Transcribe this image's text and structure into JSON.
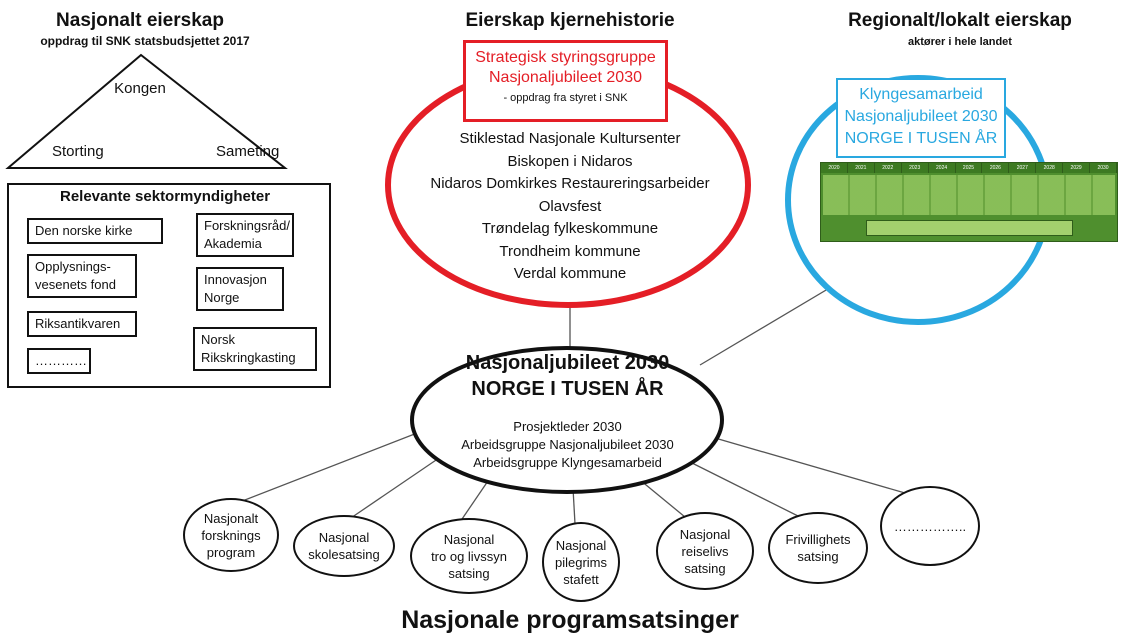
{
  "left": {
    "title": "Nasjonalt eierskap",
    "subtitle": "oppdrag til SNK statsbudsjettet 2017",
    "triangle": {
      "top": "Kongen",
      "left": "Storting",
      "right": "Sameting"
    },
    "sector": {
      "title": "Relevante sektormyndigheter",
      "items_left": [
        "Den norske kirke",
        "Opplysnings-\nvesenets fond",
        "Riksantikvaren",
        "…………"
      ],
      "items_right": [
        "Forskningsråd/\nAkademia",
        "Innovasjon\nNorge",
        "Norsk\nRikskringkasting"
      ]
    }
  },
  "middle": {
    "title": "Eierskap kjernehistorie",
    "box_line1": "Strategisk styringsgruppe",
    "box_line2": "Nasjonaljubileet 2030",
    "box_sub": "- oppdrag fra styret i SNK",
    "members": [
      "Stiklestad Nasjonale Kultursenter",
      "Biskopen i Nidaros",
      "Nidaros Domkirkes Restaureringsarbeider",
      "Olavsfest",
      "Trøndelag fylkeskommune",
      "Trondheim kommune",
      "Verdal kommune"
    ]
  },
  "right": {
    "title": "Regionalt/lokalt eierskap",
    "subtitle": "aktører i hele landet",
    "box_lines": [
      "Klyngesamarbeid",
      "Nasjonaljubileet 2030",
      "NORGE I TUSEN ÅR"
    ],
    "table_years": [
      "2020",
      "2021",
      "2022",
      "2023",
      "2024",
      "2025",
      "2026",
      "2027",
      "2028",
      "2029",
      "2030"
    ]
  },
  "center": {
    "title1": "Nasjonaljubileet 2030",
    "title2": "NORGE I TUSEN ÅR",
    "lines": [
      "Prosjektleder 2030",
      "Arbeidsgruppe Nasjonaljubileet 2030",
      "Arbeidsgruppe Klyngesamarbeid"
    ]
  },
  "programs": [
    "Nasjonalt\nforsknings\nprogram",
    "Nasjonal\nskolesatsing",
    "Nasjonal\ntro og livssyn\nsatsing",
    "Nasjonal\npilegrims\nstafett",
    "Nasjonal\nreiselivs\nsatsing",
    "Frivillighets\nsatsing",
    "…………….."
  ],
  "footer": "Nasjonale programsatsinger",
  "colors": {
    "red": "#e41e26",
    "blue": "#29a8e0",
    "green": "#4f8f2e",
    "black": "#111111"
  }
}
